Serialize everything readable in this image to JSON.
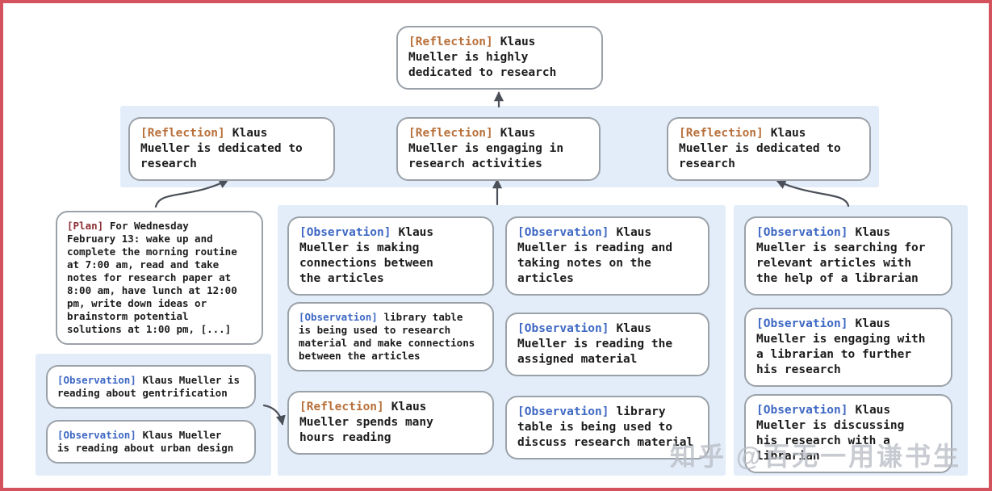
{
  "watermark": "知乎 @百无一用谦书生",
  "colors": {
    "frame_border": "#d4525e",
    "region_background": "#e3edf9",
    "box_border": "#9ba1a8",
    "reflection_label": "#b8703a",
    "observation_label": "#3e68c4",
    "plan_label": "#8e3136",
    "arrow": "#4b4f58"
  },
  "nodes": {
    "top_reflection": {
      "tag": "[Reflection]",
      "text": "Klaus\nMueller is highly\ndedicated to research"
    },
    "band": [
      {
        "tag": "[Reflection]",
        "text": "Klaus\nMueller is dedicated to\nresearch"
      },
      {
        "tag": "[Reflection]",
        "text": "Klaus\nMueller is engaging in\nresearch activities"
      },
      {
        "tag": "[Reflection]",
        "text": "Klaus\nMueller is dedicated to\nresearch"
      }
    ],
    "plan": {
      "tag": "[Plan]",
      "text": "For Wednesday\nFebruary 13: wake up and\ncomplete the morning routine\nat 7:00 am, read and take\nnotes for research paper at\n8:00 am, have lunch at 12:00\npm, write down ideas or\nbrainstorm potential\nsolutions at 1:00 pm, [...]"
    },
    "left_observations": [
      {
        "tag": "[Observation]",
        "text": "Klaus Mueller is\nreading about gentrification"
      },
      {
        "tag": "[Observation]",
        "text": "Klaus Mueller\nis reading about urban design"
      }
    ],
    "middle_col1": [
      {
        "tag": "[Observation]",
        "text": "Klaus\nMueller is making\nconnections between\nthe articles"
      },
      {
        "tag": "[Observation]",
        "text": "library table\nis being used to research\nmaterial and make connections\nbetween the articles"
      },
      {
        "tag": "[Reflection]",
        "text": "Klaus\nMueller spends many\nhours reading"
      }
    ],
    "middle_col2": [
      {
        "tag": "[Observation]",
        "text": "Klaus\nMueller is reading and\ntaking notes on the\narticles"
      },
      {
        "tag": "[Observation]",
        "text": "Klaus\nMueller is reading the\nassigned material"
      },
      {
        "tag": "[Observation]",
        "text": "library\ntable is being used to\ndiscuss research material"
      }
    ],
    "right_col": [
      {
        "tag": "[Observation]",
        "text": "Klaus\nMueller is searching for\nrelevant articles with\nthe help of a librarian"
      },
      {
        "tag": "[Observation]",
        "text": "Klaus\nMueller is engaging with\na librarian to further\nhis research"
      },
      {
        "tag": "[Observation]",
        "text": "Klaus\nMueller is discussing\nhis research with a\nlibrarian"
      }
    ]
  }
}
